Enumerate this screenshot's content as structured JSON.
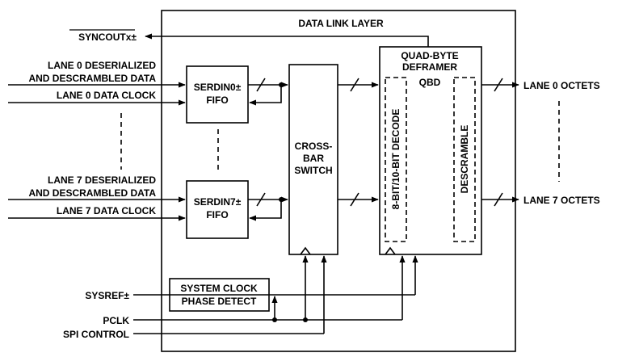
{
  "diagram": {
    "title": "DATA LINK LAYER",
    "blocks": {
      "serdin0": [
        "SERDIN0±",
        "FIFO"
      ],
      "serdin7": [
        "SERDIN7±",
        "FIFO"
      ],
      "crossbar": [
        "CROSS-",
        "BAR",
        "SWITCH"
      ],
      "deframer": [
        "QUAD-BYTE",
        "DEFRAMER"
      ],
      "qbd": "QBD",
      "decode": "8-BIT/10-BIT DECODE",
      "descramble": "DESCRAMBLE",
      "syncclk": [
        "SYSTEM CLOCK",
        "PHASE DETECT"
      ]
    },
    "left_labels": {
      "syncout": "SYNCOUTx±",
      "lane0_data": [
        "LANE 0 DESERIALIZED",
        "AND DESCRAMBLED DATA"
      ],
      "lane0_clock": "LANE 0 DATA CLOCK",
      "lane7_data": [
        "LANE 7 DESERIALIZED",
        "AND DESCRAMBLED DATA"
      ],
      "lane7_clock": "LANE 7 DATA CLOCK",
      "sysref": "SYSREF±",
      "pclk": "PCLK",
      "spi": "SPI CONTROL"
    },
    "right_labels": {
      "lane0_out": "LANE 0 OCTETS",
      "lane7_out": "LANE 7 OCTETS"
    }
  }
}
